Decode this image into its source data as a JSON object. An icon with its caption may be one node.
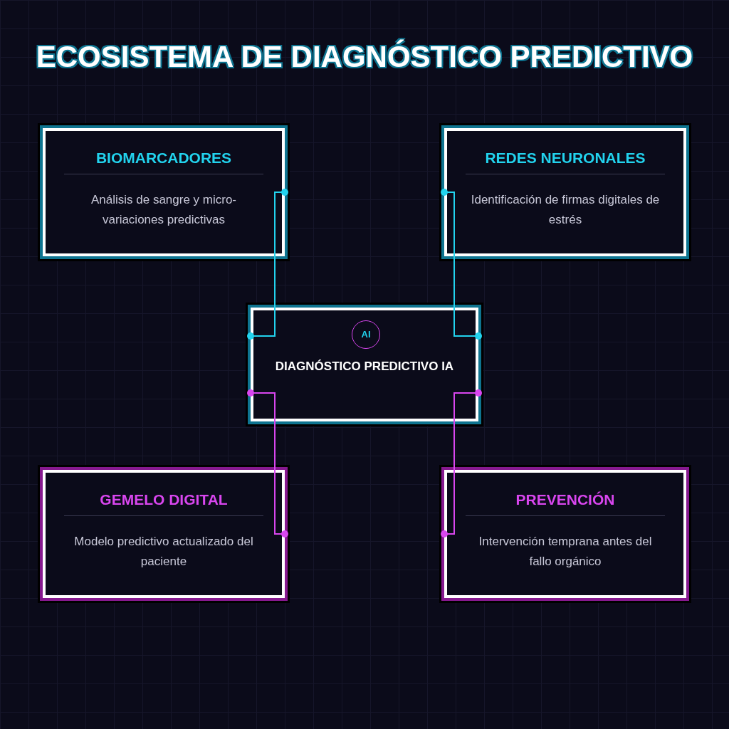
{
  "diagram": {
    "title": "ECOSISTEMA DE DIAGNÓSTICO PREDICTIVO",
    "nodes": [
      {
        "text": [
          "BIOMARCADORES",
          "Análisis de sangre y micro-variaciones predictivas"
        ]
      },
      {
        "text": [
          "REDES NEURONALES",
          "Identificación de firmas digitales de estrés"
        ]
      },
      {
        "text": [
          "DIAGNÓSTICO PREDICTIVO IA"
        ]
      },
      {
        "text": [
          "AI"
        ],
        "in": 2
      },
      {
        "text": [
          "GEMELO DIGITAL",
          "Modelo predictivo actualizado del paciente"
        ]
      },
      {
        "text": [
          "PREVENCIÓN",
          "Intervención temprana antes del fallo orgánico"
        ]
      }
    ],
    "edges": [
      {
        "from": 0,
        "to": 2,
        "arrow": "other",
        "color": "#22d3ee"
      },
      {
        "from": 1,
        "to": 2,
        "arrow": "other",
        "color": "#22d3ee"
      },
      {
        "from": 4,
        "to": 2,
        "arrow": "other",
        "color": "#d946ef"
      },
      {
        "from": 5,
        "to": 2,
        "arrow": "other",
        "color": "#d946ef"
      }
    ]
  }
}
